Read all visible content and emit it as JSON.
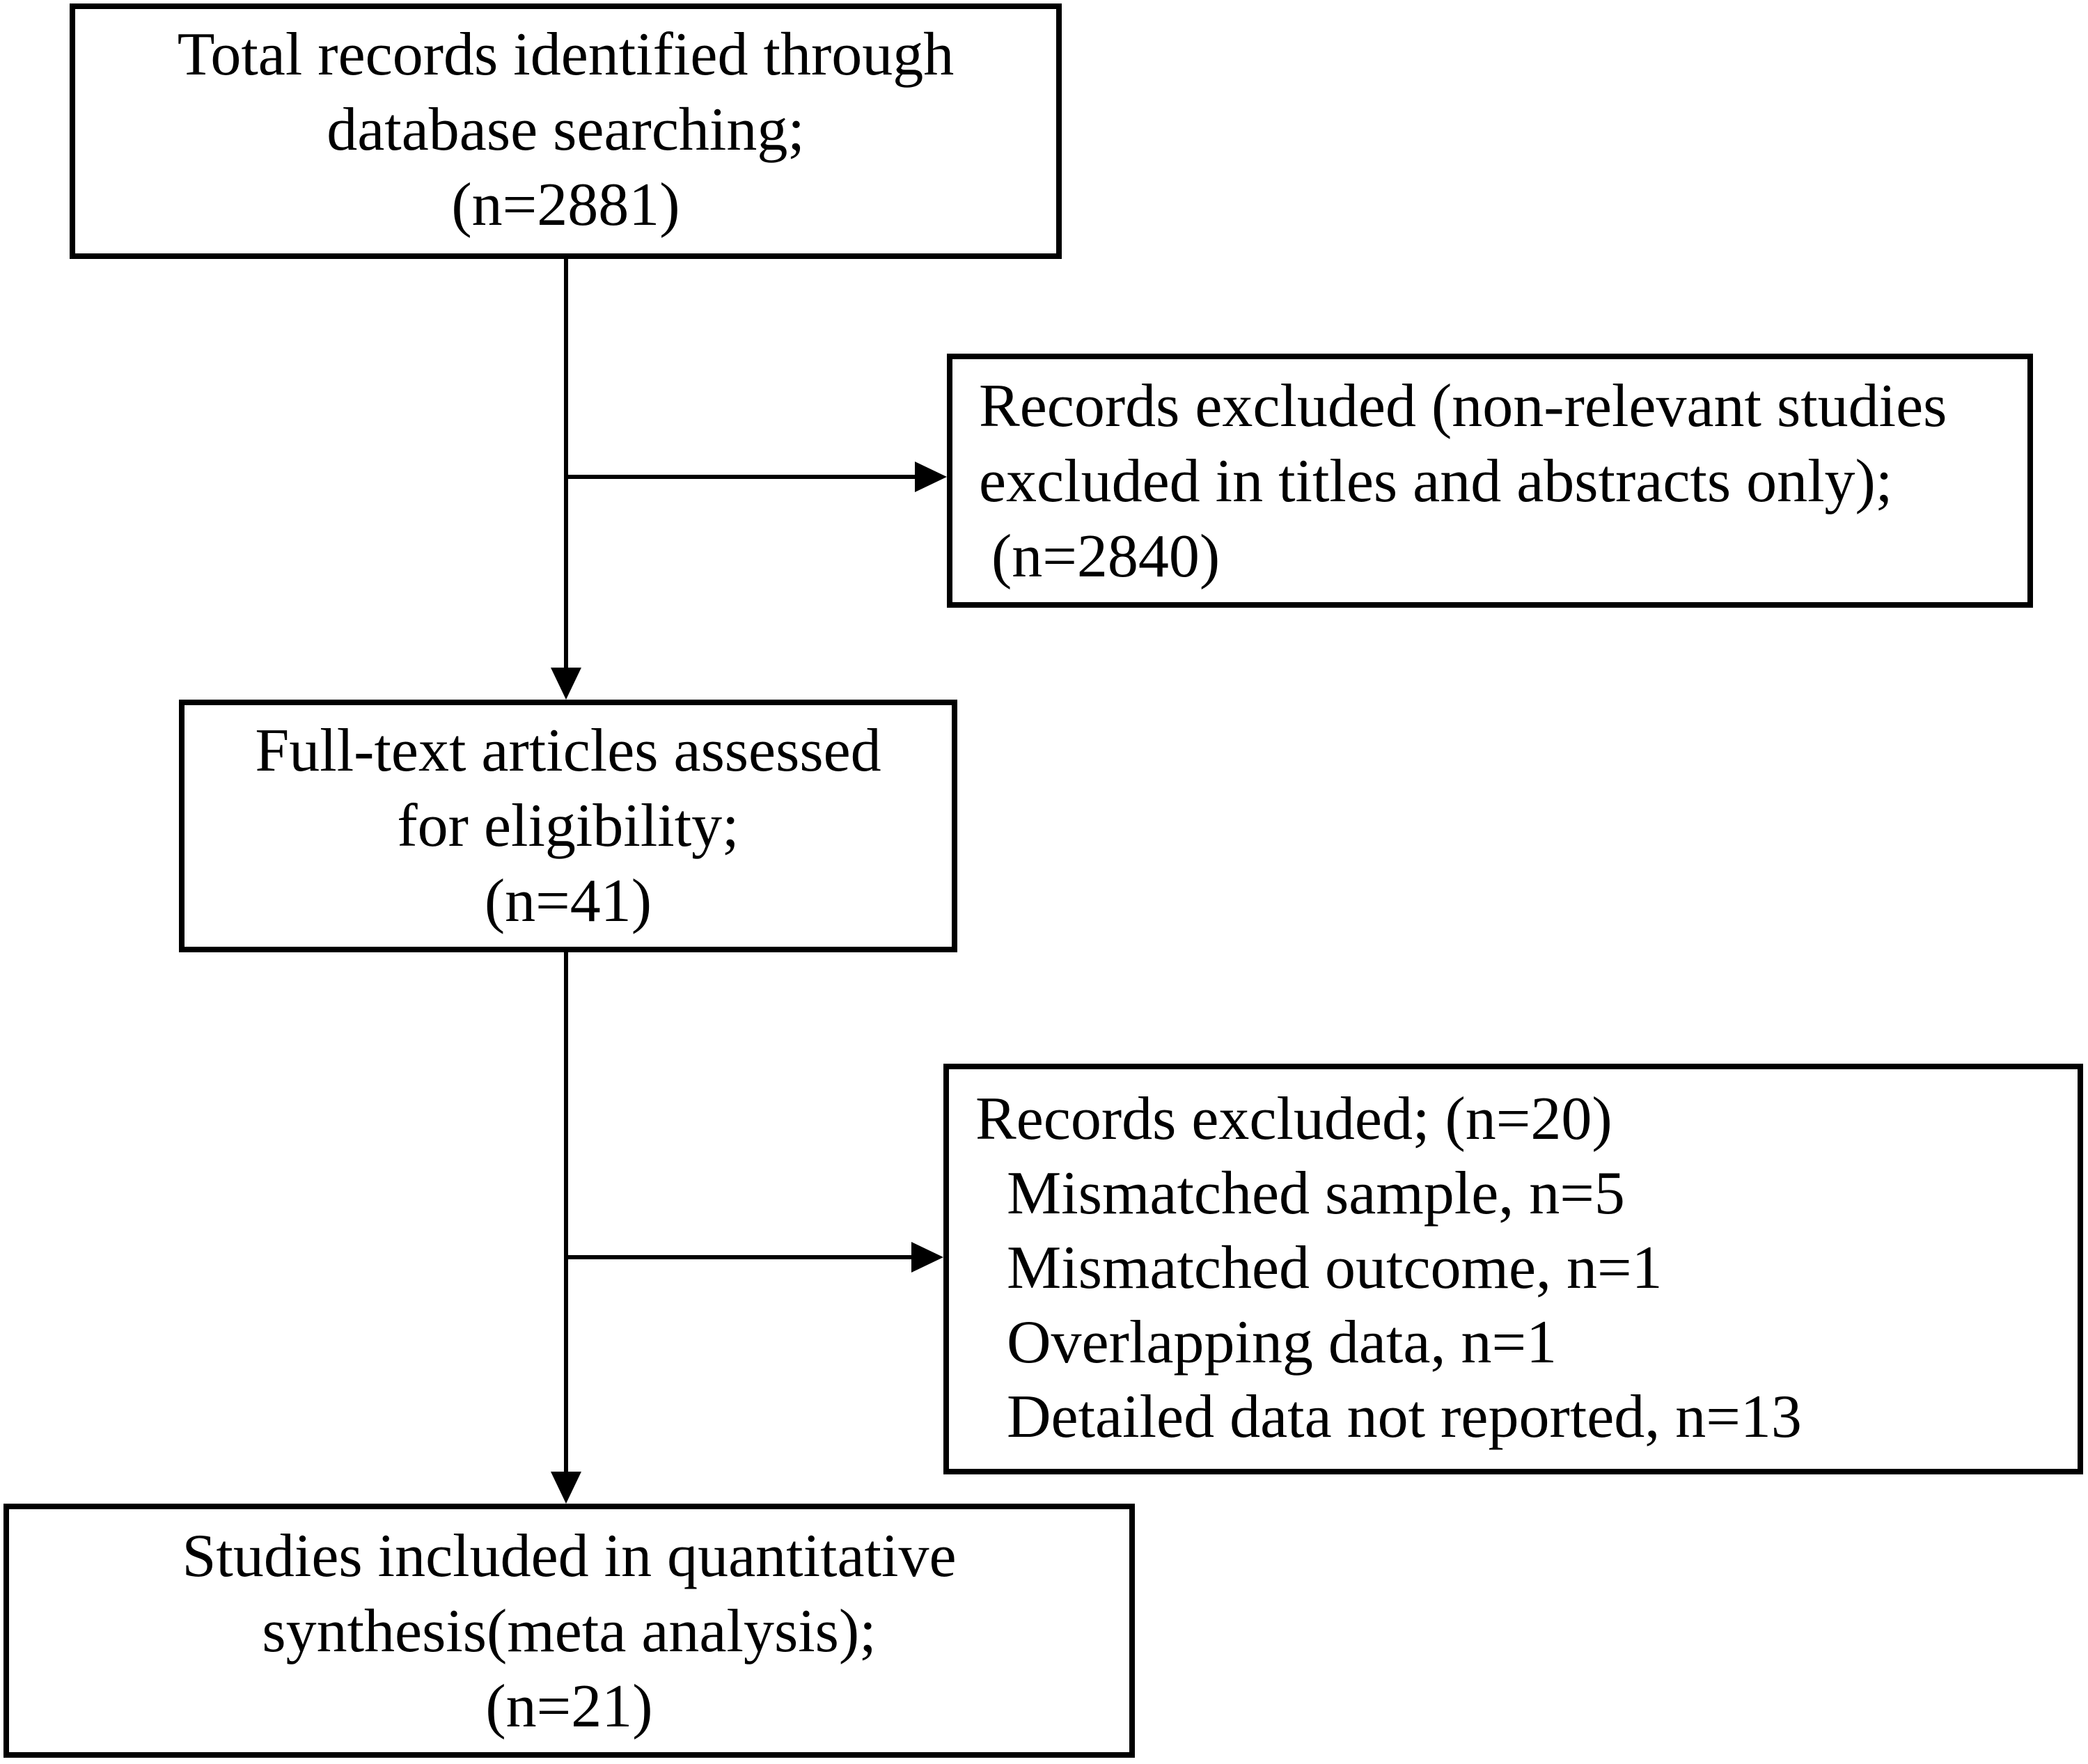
{
  "diagram": {
    "type": "flowchart",
    "colors": {
      "background": "#ffffff",
      "line": "#000000",
      "text": "#000000"
    },
    "nodes": {
      "identified": {
        "lines": [
          "Total records identified through",
          "database searching;",
          "(n=2881)"
        ]
      },
      "excluded_screening": {
        "lines": [
          "Records excluded (non-relevant studies",
          "excluded in titles and abstracts only);",
          "(n=2840)"
        ]
      },
      "full_text": {
        "lines": [
          "Full-text articles assessed",
          "for eligibility;",
          "(n=41)"
        ]
      },
      "excluded_full_text": {
        "lines": [
          "Records excluded; (n=20)",
          "Mismatched sample, n=5",
          "Mismatched outcome, n=1",
          "Overlapping data, n=1",
          "Detailed data not reported, n=13"
        ]
      },
      "included": {
        "lines": [
          "Studies included in quantitative",
          "synthesis(meta analysis);",
          "(n=21)"
        ]
      }
    }
  }
}
